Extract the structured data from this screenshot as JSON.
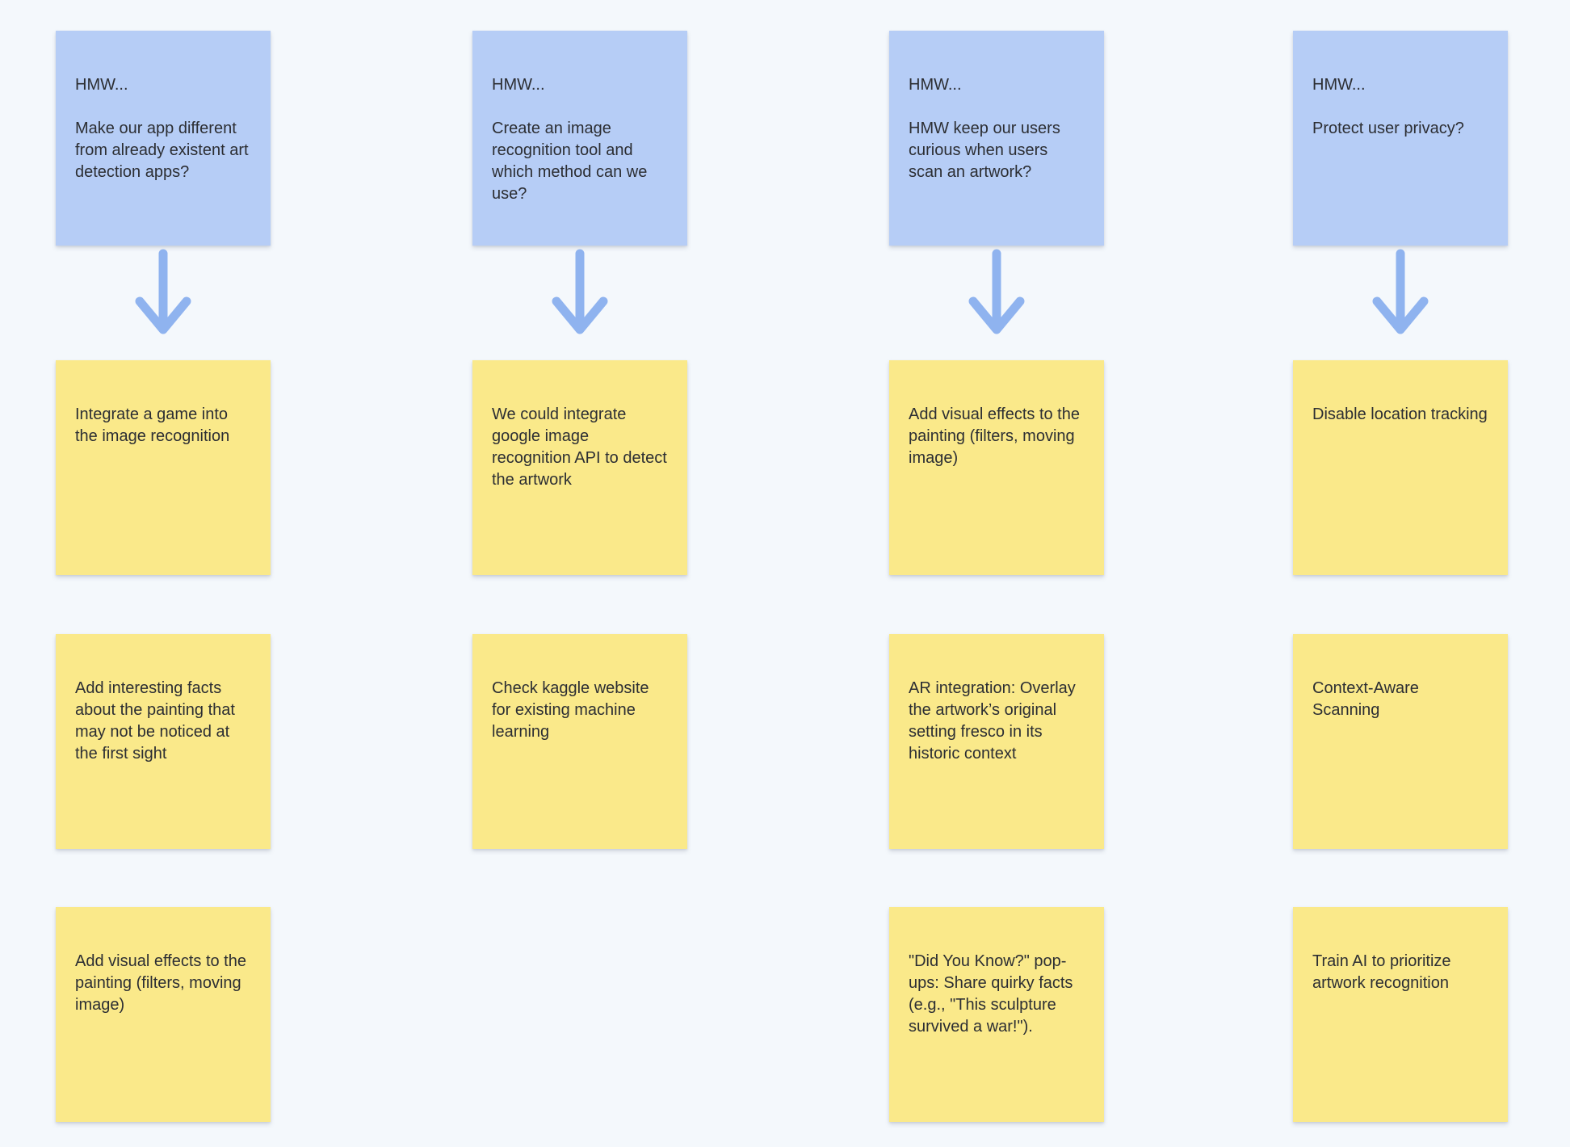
{
  "board": {
    "colors": {
      "canvas": "#f4f8fc",
      "question-note": "#b6cdf6",
      "idea-note": "#fae98a",
      "arrow": "#8fb3ef",
      "text": "#2c2e33"
    },
    "columns": [
      {
        "question": "HMW...\n\nMake our app different from already existent art detection apps?",
        "ideas": [
          "Integrate a game into the image recognition",
          "Add interesting facts about the painting that may not be noticed at the first sight",
          "Add visual effects to the painting (filters, moving image)"
        ]
      },
      {
        "question": "HMW...\n\nCreate an image recognition tool and which method can we use?",
        "ideas": [
          "We could integrate google image recognition API to detect the artwork",
          "Check kaggle website for existing machine learning"
        ]
      },
      {
        "question": "HMW...\n\nHMW  keep our users curious when users scan an artwork?",
        "ideas": [
          "Add visual effects to the painting (filters, moving image)",
          "AR integration: Overlay the artwork’s original setting fresco in its historic context",
          "\"Did You Know?\" pop-ups: Share quirky facts (e.g., \"This sculpture survived a war!\")."
        ]
      },
      {
        "question": "HMW...\n\nProtect user privacy?",
        "ideas": [
          "Disable location tracking",
          "Context-Aware Scanning",
          "Train AI to prioritize artwork recognition"
        ]
      }
    ]
  }
}
